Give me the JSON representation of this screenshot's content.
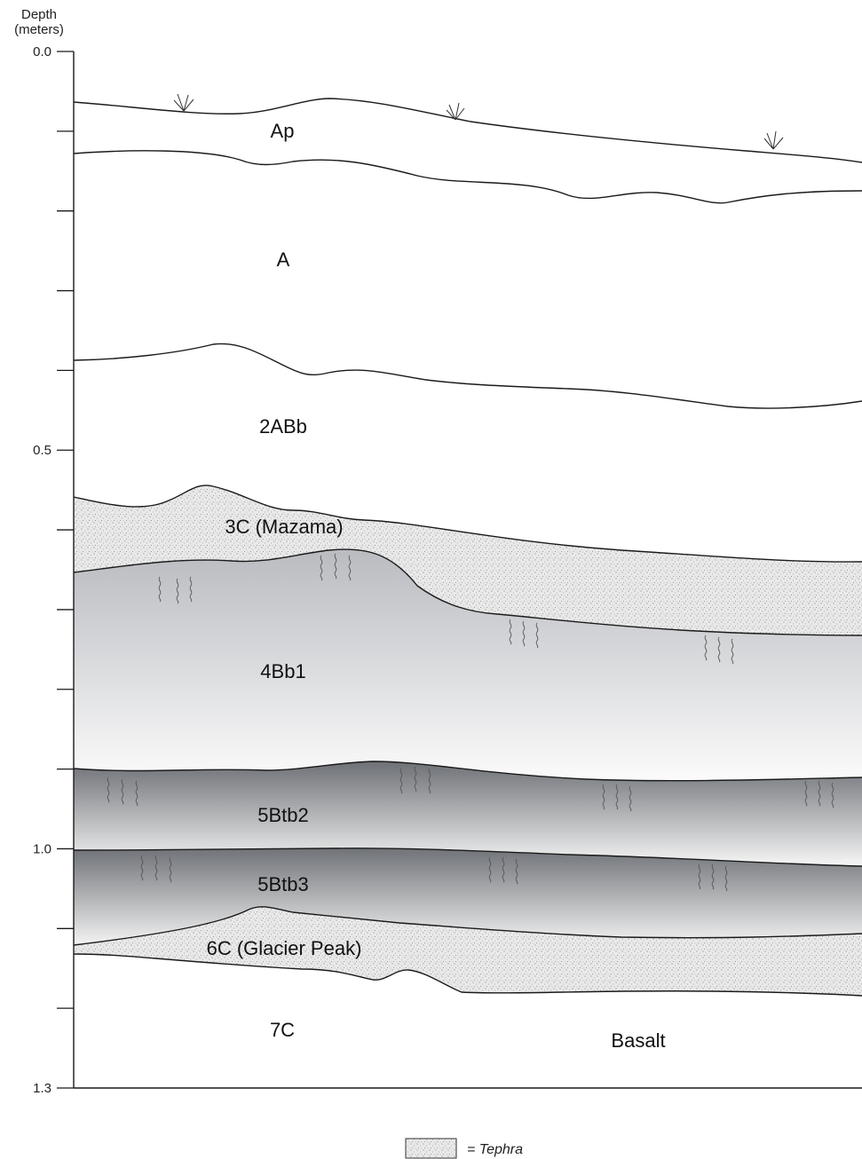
{
  "axis": {
    "title_line1": "Depth",
    "title_line2": "(meters)",
    "ticks": [
      {
        "value": 0.0,
        "label": "0.0"
      },
      {
        "value": 0.1,
        "label": ""
      },
      {
        "value": 0.2,
        "label": ""
      },
      {
        "value": 0.3,
        "label": ""
      },
      {
        "value": 0.4,
        "label": ""
      },
      {
        "value": 0.5,
        "label": "0.5"
      },
      {
        "value": 0.6,
        "label": ""
      },
      {
        "value": 0.7,
        "label": ""
      },
      {
        "value": 0.8,
        "label": ""
      },
      {
        "value": 0.9,
        "label": ""
      },
      {
        "value": 1.0,
        "label": "1.0"
      },
      {
        "value": 1.1,
        "label": ""
      },
      {
        "value": 1.2,
        "label": ""
      },
      {
        "value": 1.3,
        "label": "1.3"
      }
    ]
  },
  "horizons": {
    "ap": "Ap",
    "a": "A",
    "abb2": "2ABb",
    "c3": "3C (Mazama)",
    "bb4": "4Bb1",
    "btb2": "5Btb2",
    "btb3": "5Btb3",
    "c6": "6C (Glacier Peak)",
    "c7": "7C",
    "basalt": "Basalt"
  },
  "legend": {
    "label": "= Tephra"
  },
  "colors": {
    "line": "#1a1a1a",
    "tephra": "#e6e6e6",
    "buried_dark": "#707378",
    "buried_light": "#fbfbfb"
  }
}
